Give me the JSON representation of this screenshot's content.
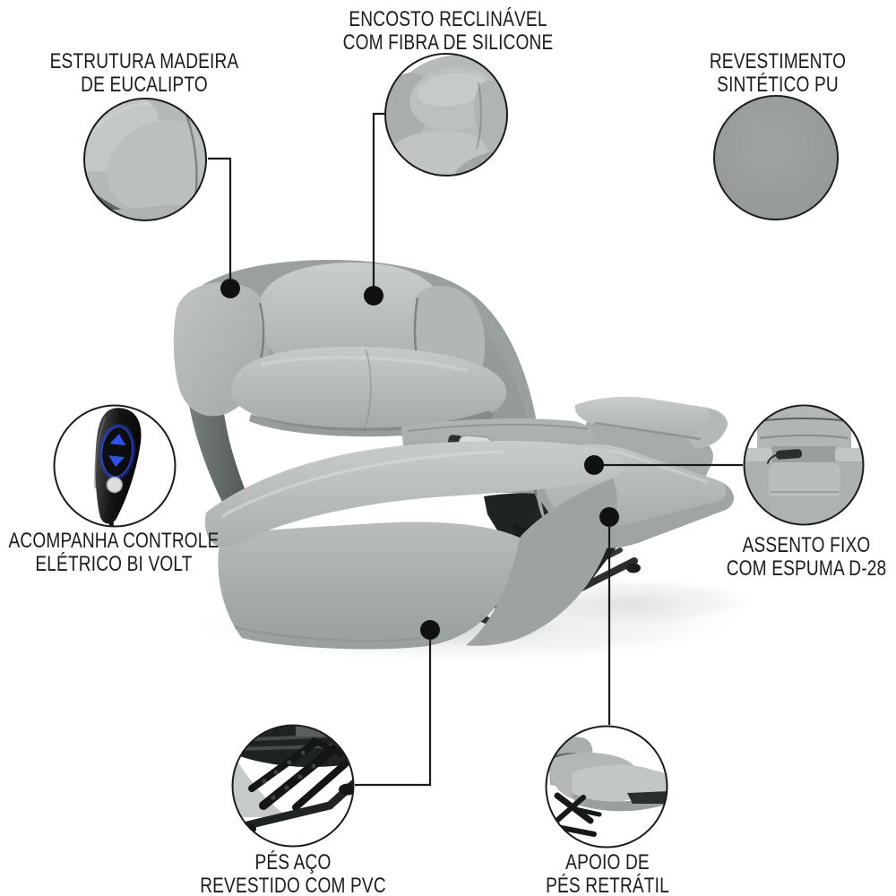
{
  "callouts": {
    "encosto_reclinavel": {
      "line1": "ENCOSTO RECLINÁVEL",
      "line2": "COM FIBRA DE SILICONE"
    },
    "estrutura_madeira": {
      "line1": "ESTRUTURA MADEIRA",
      "line2": "DE EUCALIPTO"
    },
    "revestimento_pu": {
      "line1": "REVESTIMENTO",
      "line2": "SINTÉTICO PU"
    },
    "controle_eletrico": {
      "line1": "ACOMPANHA CONTROLE",
      "line2": "ELÉTRICO BI VOLT"
    },
    "assento_fixo": {
      "line1": "ASSENTO FIXO",
      "line2": "COM ESPUMA D-28"
    },
    "pes_aco": {
      "line1": "PÉS AÇO",
      "line2": "REVESTIDO COM PVC"
    },
    "apoio_pes": {
      "line1": "APOIO DE",
      "line2": "PÉS RETRÁTIL"
    }
  },
  "colors": {
    "background": "#ffffff",
    "text": "#1c1c1c",
    "connector_line": "#1a1a1a",
    "upholstery_light": "#c6cac8",
    "upholstery_mid": "#b0b5b3",
    "upholstery_dark": "#8a908e",
    "pu_swatch": "#9b9f9c",
    "mechanism_black": "#1b1d1c",
    "remote_body": "#141414",
    "remote_blue": "#2e52e8"
  }
}
